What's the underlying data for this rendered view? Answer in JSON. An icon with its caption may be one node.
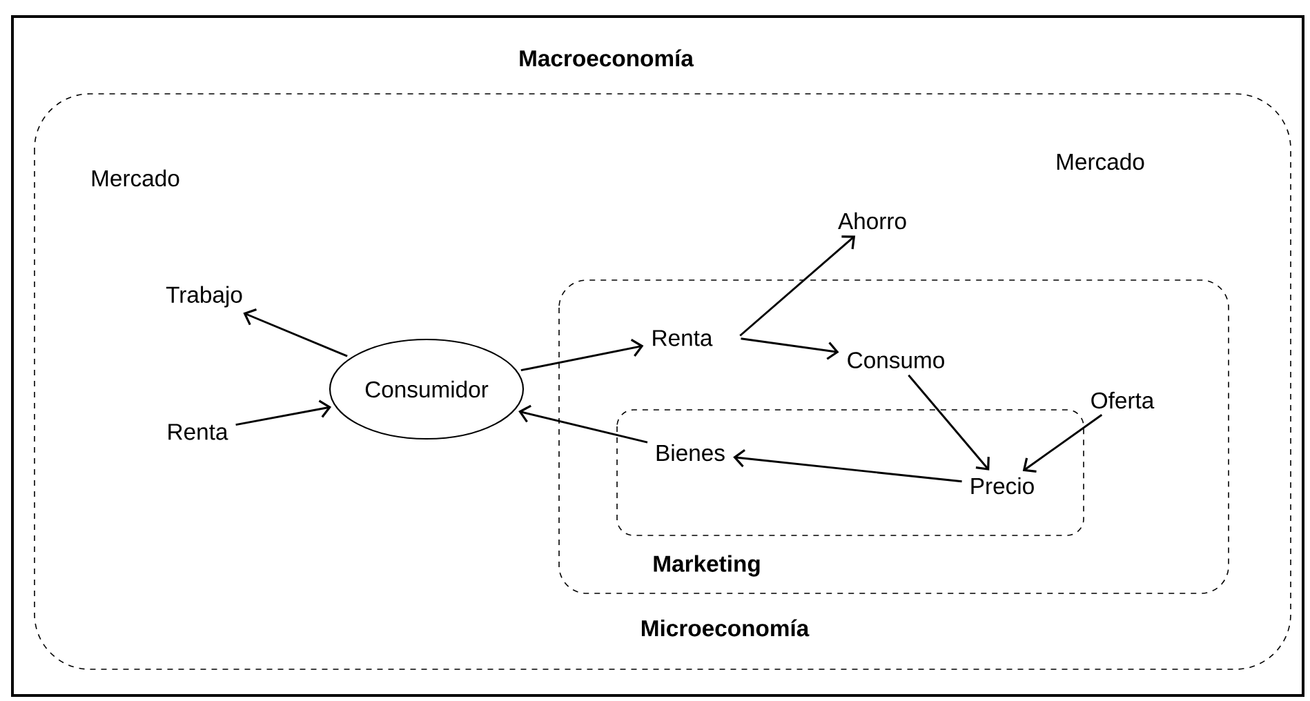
{
  "diagram": {
    "nodes": [
      {
        "text": [
          "Macroeconomía"
        ]
      },
      {
        "text": [
          "Trabajo"
        ],
        "in": 0
      },
      {
        "text": [
          "Ahorro"
        ],
        "in": 0
      },
      {
        "text": [
          "Microeconomía"
        ],
        "in": 0
      },
      {
        "text": [
          "Renta"
        ],
        "in": 3
      },
      {
        "text": [
          "Consumo"
        ],
        "in": 3
      },
      {
        "text": [
          "Consumidor"
        ],
        "in": 0
      },
      {
        "text": [
          "Renta"
        ],
        "in": 0
      },
      {
        "text": [
          "Oferta"
        ],
        "in": 3
      },
      {
        "text": [
          "Marketing"
        ],
        "in": 3
      },
      {
        "text": [
          "Bienes"
        ],
        "in": 9
      },
      {
        "text": [
          "Precio"
        ],
        "in": 9
      }
    ],
    "edges": [
      {
        "from": 6,
        "to": 1,
        "arrow": "to"
      },
      {
        "from": 7,
        "to": 6,
        "arrow": "to"
      },
      {
        "from": 6,
        "to": 4,
        "arrow": "to"
      },
      {
        "from": 4,
        "to": 2,
        "arrow": "to"
      },
      {
        "from": 4,
        "to": 5,
        "arrow": "to"
      },
      {
        "from": 5,
        "to": 11,
        "arrow": "to"
      },
      {
        "from": 8,
        "to": 11,
        "arrow": "to"
      },
      {
        "from": 11,
        "to": 10,
        "arrow": "to"
      },
      {
        "from": 10,
        "to": 6,
        "arrow": "to"
      }
    ],
    "labels": [
      "Mercado",
      "Mercado"
    ]
  }
}
